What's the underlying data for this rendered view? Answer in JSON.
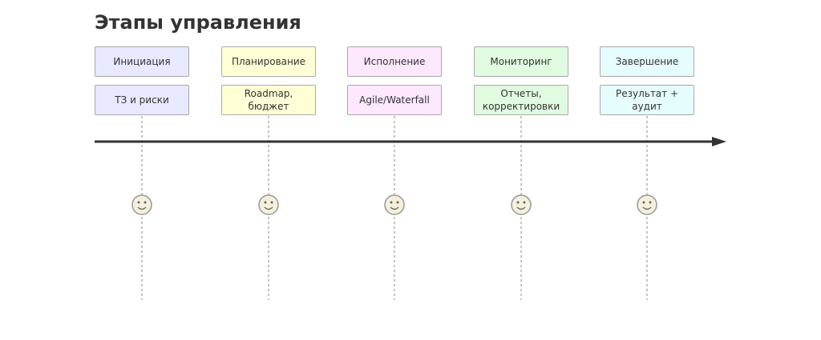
{
  "title": "Этапы управления",
  "stages": [
    {
      "name": "Инициация",
      "detail": "ТЗ и риски",
      "color": "#e8e8ff"
    },
    {
      "name": "Планирование",
      "detail": "Roadmap, бюджет",
      "color": "#ffffd6"
    },
    {
      "name": "Исполнение",
      "detail": "Agile/Waterfall",
      "color": "#fde8fd"
    },
    {
      "name": "Мониторинг",
      "detail": "Отчеты,\nкорректировки",
      "color": "#e0fbe0"
    },
    {
      "name": "Завершение",
      "detail": "Результат + аудит",
      "color": "#e6fdfd"
    }
  ],
  "marker_icon": "smiley-face-icon",
  "colors": {
    "timeline": "#333333",
    "box_border": "#aaaaaa",
    "marker_fill": "#f5f0dc"
  }
}
